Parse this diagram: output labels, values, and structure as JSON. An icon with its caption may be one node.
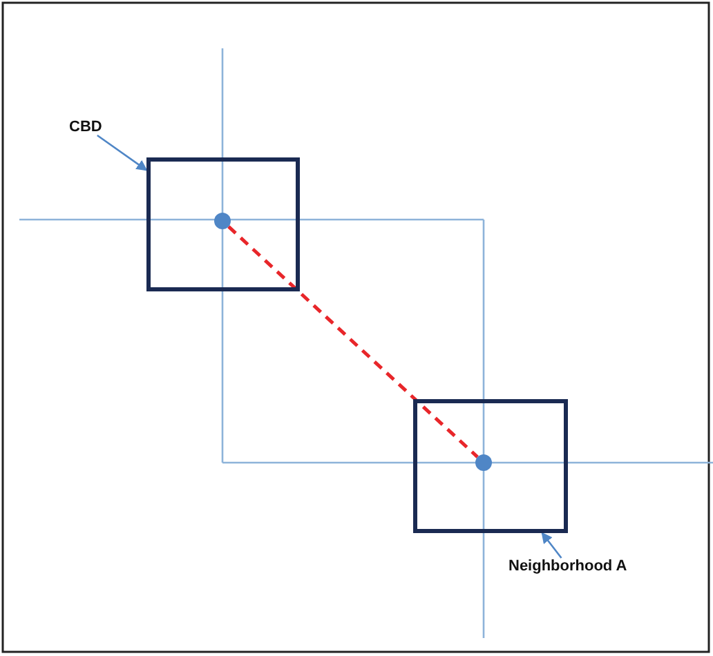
{
  "diagram": {
    "nodes": [
      {
        "text": [
          "CBD"
        ]
      },
      {
        "text": [],
        "shape": "box"
      },
      {
        "text": [],
        "shape": "circle",
        "in": 1
      },
      {
        "text": [
          "Neighborhood A"
        ]
      },
      {
        "text": [],
        "shape": "box"
      },
      {
        "text": [],
        "shape": "circle",
        "in": 4
      }
    ],
    "edges": [
      {
        "from": 0,
        "to": 1,
        "arrow": "to"
      },
      {
        "from": 2,
        "to": 5,
        "arrow": "none",
        "style": "dashed",
        "color": "#e8262a"
      },
      {
        "from": 3,
        "to": 4,
        "arrow": "to"
      }
    ]
  }
}
